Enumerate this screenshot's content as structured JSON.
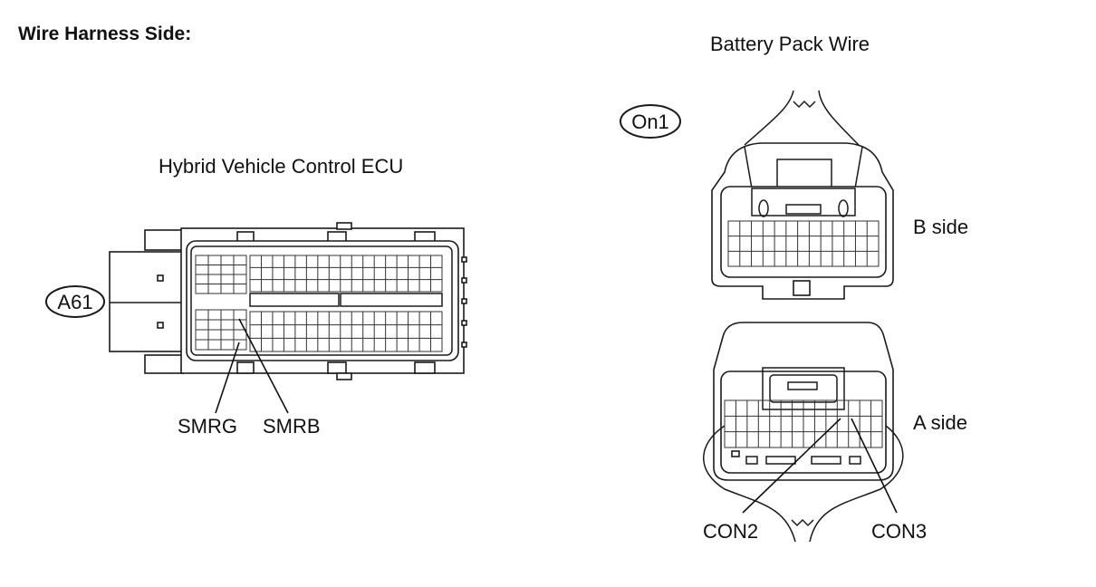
{
  "heading": "Wire Harness Side:",
  "left": {
    "title": "Hybrid Vehicle Control ECU",
    "connector_code": "A61",
    "pins": [
      "SMRG",
      "SMRB"
    ]
  },
  "right": {
    "title": "Battery Pack Wire",
    "connector_code": "On1",
    "side_b": "B side",
    "side_a": "A side",
    "pins": [
      "CON2",
      "CON3"
    ]
  }
}
